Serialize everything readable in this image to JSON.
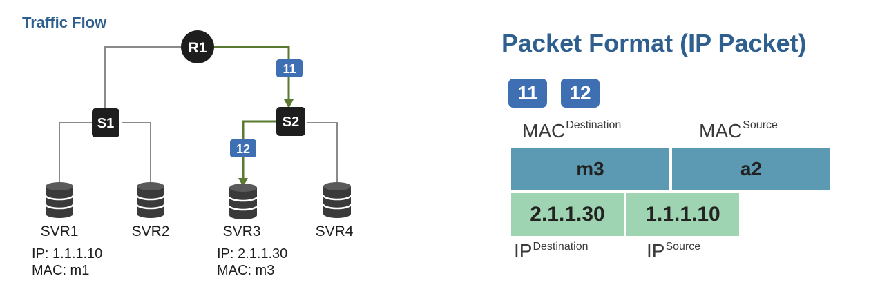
{
  "traffic_flow": {
    "title": "Traffic Flow",
    "nodes": {
      "router": "R1",
      "switch_left": "S1",
      "switch_right": "S2"
    },
    "servers": [
      {
        "name": "SVR1",
        "ip": "IP: 1.1.1.10",
        "mac": "MAC: m1"
      },
      {
        "name": "SVR2"
      },
      {
        "name": "SVR3",
        "ip": "IP: 2.1.1.30",
        "mac": "MAC: m3"
      },
      {
        "name": "SVR4"
      }
    ],
    "path_tags": [
      "11",
      "12"
    ]
  },
  "packet_format": {
    "title": "Packet Format (IP Packet)",
    "badges": [
      "11",
      "12"
    ],
    "mac_destination": {
      "label": "MAC",
      "sup": "Destination",
      "value": "m3"
    },
    "mac_source": {
      "label": "MAC",
      "sup": "Source",
      "value": "a2"
    },
    "ip_destination": {
      "label": "IP",
      "sup": "Destination",
      "value": "2.1.1.30"
    },
    "ip_source": {
      "label": "IP",
      "sup": "Source",
      "value": "1.1.1.10"
    }
  },
  "colors": {
    "title": "#2f5f8f",
    "line": "#8a8a8a",
    "path": "#5a7a32",
    "tag": "#3f6fb3",
    "node": "#1e1e1e",
    "mac_cell": "#5b9ab2",
    "ip_cell": "#9ed4b1"
  }
}
